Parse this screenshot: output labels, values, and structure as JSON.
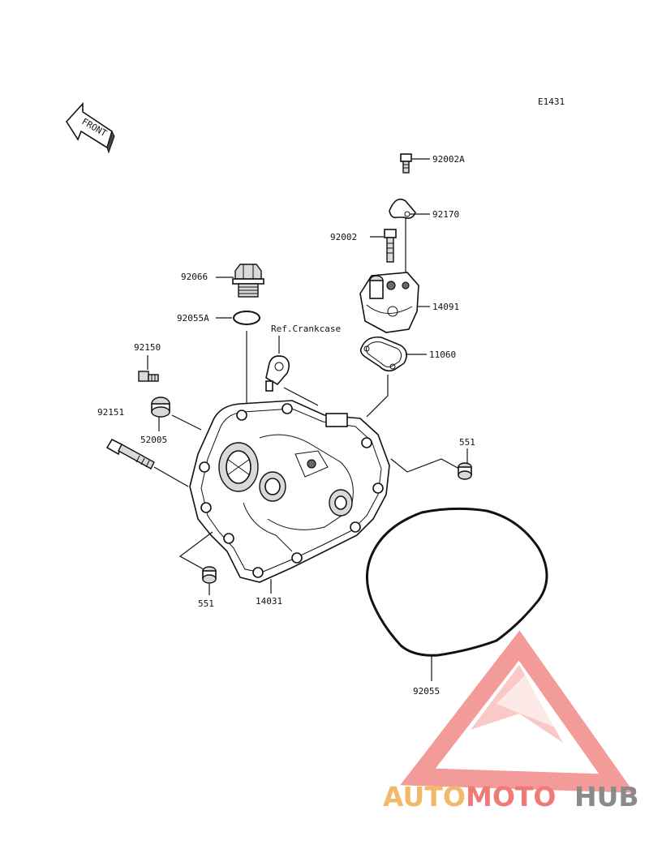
{
  "diagram": {
    "code": "E1431",
    "front_label": "FRONT",
    "reference_note": "Ref.Crankcase"
  },
  "callouts": {
    "c92002A": "92002A",
    "c92170": "92170",
    "c92002": "92002",
    "c14091": "14091",
    "c92066": "92066",
    "c92055A": "92055A",
    "c11060": "11060",
    "c92150": "92150",
    "c92151": "92151",
    "c52005": "52005",
    "c551_right": "551",
    "c551_left": "551",
    "c14031": "14031",
    "c92055": "92055"
  },
  "watermark": {
    "part1": "AUTO",
    "part2": "MOTO",
    "part3": "HUB",
    "color_orange": "#f3b96a",
    "color_red": "#ef7b78",
    "color_gray": "#8a8a8a",
    "logo_color": "#f08a88"
  }
}
